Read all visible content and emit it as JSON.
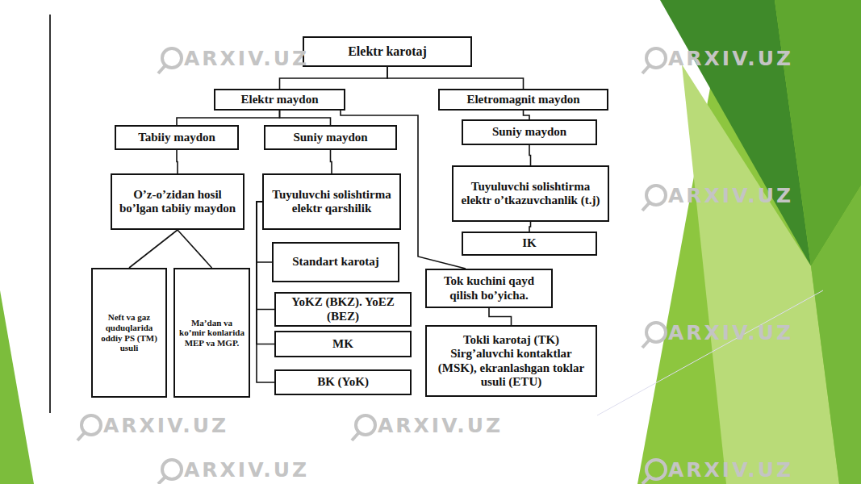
{
  "diagram": {
    "nodes": [
      {
        "text": [
          "Elektr karotaj"
        ]
      },
      {
        "text": [
          "Elektr maydon"
        ]
      },
      {
        "text": [
          "Eletromagnit maydon"
        ]
      },
      {
        "text": [
          "Tabiiy maydon"
        ]
      },
      {
        "text": [
          "Suniy maydon"
        ]
      },
      {
        "text": [
          "Suniy maydon"
        ]
      },
      {
        "text": [
          "O’z-o’zidan hosil bo’lgan tabiiy maydon"
        ]
      },
      {
        "text": [
          "Tuyuluvchi solishtirma elektr qarshilik"
        ]
      },
      {
        "text": [
          "Tuyuluvchi solishtirma elektr o’tkazuvchanlik (t.j)"
        ]
      },
      {
        "text": [
          "IK"
        ]
      },
      {
        "text": [
          "Neft va gaz quduqlarida oddiy PS (TM) usuli"
        ]
      },
      {
        "text": [
          "Ma’dan va ko’mir konlarida MEP va MGP."
        ]
      },
      {
        "text": [
          "Standart karotaj"
        ]
      },
      {
        "text": [
          "YoKZ (BKZ). YoEZ (BEZ)"
        ]
      },
      {
        "text": [
          "Tok kuchini qayd qilish bo’yicha."
        ]
      },
      {
        "text": [
          "MK"
        ]
      },
      {
        "text": [
          "Tokli karotaj (TK) Sirg’aluvchi kontaktlar (MSK), ekranlashgan toklar usuli (ETU)"
        ]
      },
      {
        "text": [
          "BK (YoK)"
        ]
      }
    ],
    "edges": [
      {
        "from": 0,
        "to": 1,
        "arrow": "none"
      },
      {
        "from": 0,
        "to": 2,
        "arrow": "none"
      },
      {
        "from": 1,
        "to": 3,
        "arrow": "none"
      },
      {
        "from": 1,
        "to": 4,
        "arrow": "none"
      },
      {
        "from": 1,
        "to": 14,
        "arrow": "none"
      },
      {
        "from": 2,
        "to": 5,
        "arrow": "none"
      },
      {
        "from": 3,
        "to": 6,
        "arrow": "none"
      },
      {
        "from": 4,
        "to": 7,
        "arrow": "none"
      },
      {
        "from": 5,
        "to": 8,
        "arrow": "none"
      },
      {
        "from": 8,
        "to": 9,
        "arrow": "none"
      },
      {
        "from": 6,
        "to": 10,
        "arrow": "none"
      },
      {
        "from": 6,
        "to": 11,
        "arrow": "none"
      },
      {
        "from": 7,
        "to": 12,
        "arrow": "none"
      },
      {
        "from": 7,
        "to": 13,
        "arrow": "none"
      },
      {
        "from": 7,
        "to": 15,
        "arrow": "none"
      },
      {
        "from": 7,
        "to": 17,
        "arrow": "none"
      },
      {
        "from": 14,
        "to": 16,
        "arrow": "none"
      }
    ],
    "labels": [
      "ARXIV.UZ",
      "ARXIV.UZ",
      "ARXIV.UZ",
      "ARXIV.UZ",
      "ARXIV.UZ",
      "ARXIV.UZ",
      "ARXIV.UZ",
      "ARXIV.UZ"
    ]
  }
}
